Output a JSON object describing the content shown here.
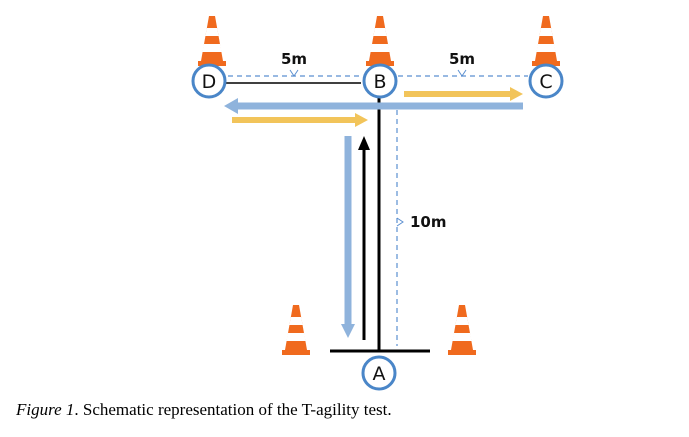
{
  "nodes": {
    "a": "A",
    "b": "B",
    "c": "C",
    "d": "D"
  },
  "distances": {
    "d_to_b": "5m",
    "b_to_c": "5m",
    "a_to_b": "10m"
  },
  "caption": {
    "figure_label": "Figure 1",
    "text": ". Schematic representation of the T-agility test."
  },
  "colors": {
    "node_ring": "#4a86c8",
    "cone_orange": "#f06a1e",
    "cone_white": "#ffffff",
    "arrow_blue": "#8fb3dc",
    "arrow_yellow": "#f2c45a",
    "line": "#000000",
    "dash": "#5b8fd0"
  },
  "icons": [
    "traffic-cone-icon"
  ]
}
